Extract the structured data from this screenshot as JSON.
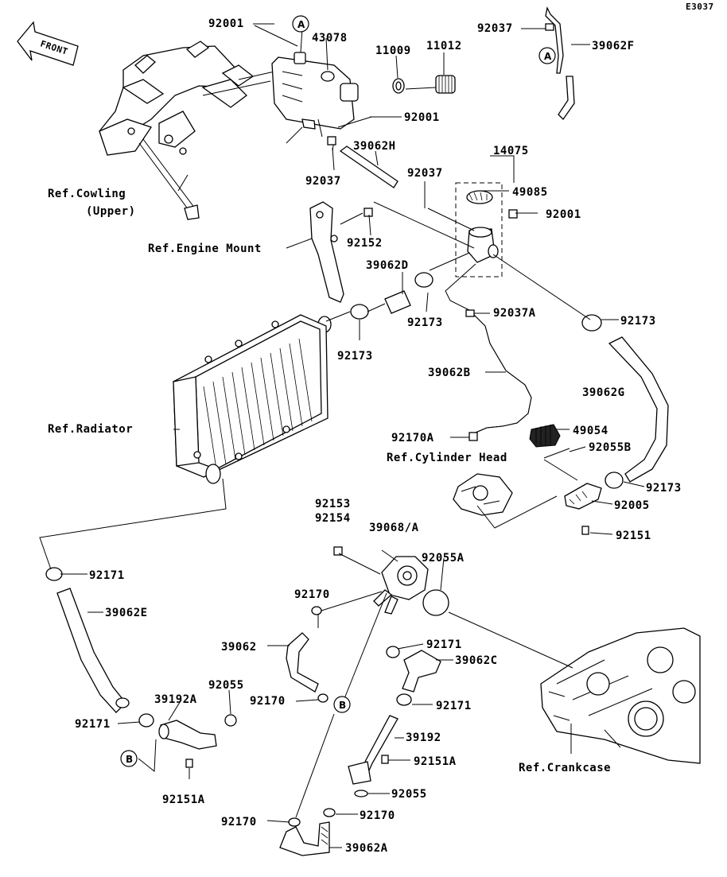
{
  "diagram_code": "E3037",
  "front_label": "FRONT",
  "ref_labels": {
    "cowling_line1": "Ref.Cowling",
    "cowling_line2": "(Upper)",
    "engine_mount": "Ref.Engine Mount",
    "radiator": "Ref.Radiator",
    "cylinder_head": "Ref.Cylinder Head",
    "crankcase": "Ref.Crankcase"
  },
  "markers": {
    "a": "A",
    "b": "B"
  },
  "parts": {
    "p92001_top": "92001",
    "p43078": "43078",
    "p11009": "11009",
    "p11012": "11012",
    "p92037_top": "92037",
    "p39062F": "39062F",
    "p92001_mid": "92001",
    "p39062H": "39062H",
    "p92037_left": "92037",
    "p92037_mid": "92037",
    "p14075": "14075",
    "p49085": "49085",
    "p92001_cap": "92001",
    "p92152": "92152",
    "p39062D": "39062D",
    "p92173_a": "92173",
    "p92173_b": "92173",
    "p92037A": "92037A",
    "p92173_c": "92173",
    "p39062B": "39062B",
    "p39062G": "39062G",
    "p49054": "49054",
    "p92170A": "92170A",
    "p92055B": "92055B",
    "p92173_d": "92173",
    "p92005": "92005",
    "p92151": "92151",
    "p92153": "92153",
    "p92154": "92154",
    "p39068A": "39068/A",
    "p92055A": "92055A",
    "p92171_a": "92171",
    "p39062E": "39062E",
    "p92170_a": "92170",
    "p39062": "39062",
    "p92171_b": "92171",
    "p39062C": "39062C",
    "p92055_a": "92055",
    "p39192A": "39192A",
    "p92171_c": "92171",
    "p92170_b": "92170",
    "p92171_d": "92171",
    "p39192": "39192",
    "p92151A_a": "92151A",
    "p92151A_b": "92151A",
    "p92055_b": "92055",
    "p92170_c": "92170",
    "p92170_d": "92170",
    "p39062A": "39062A"
  }
}
